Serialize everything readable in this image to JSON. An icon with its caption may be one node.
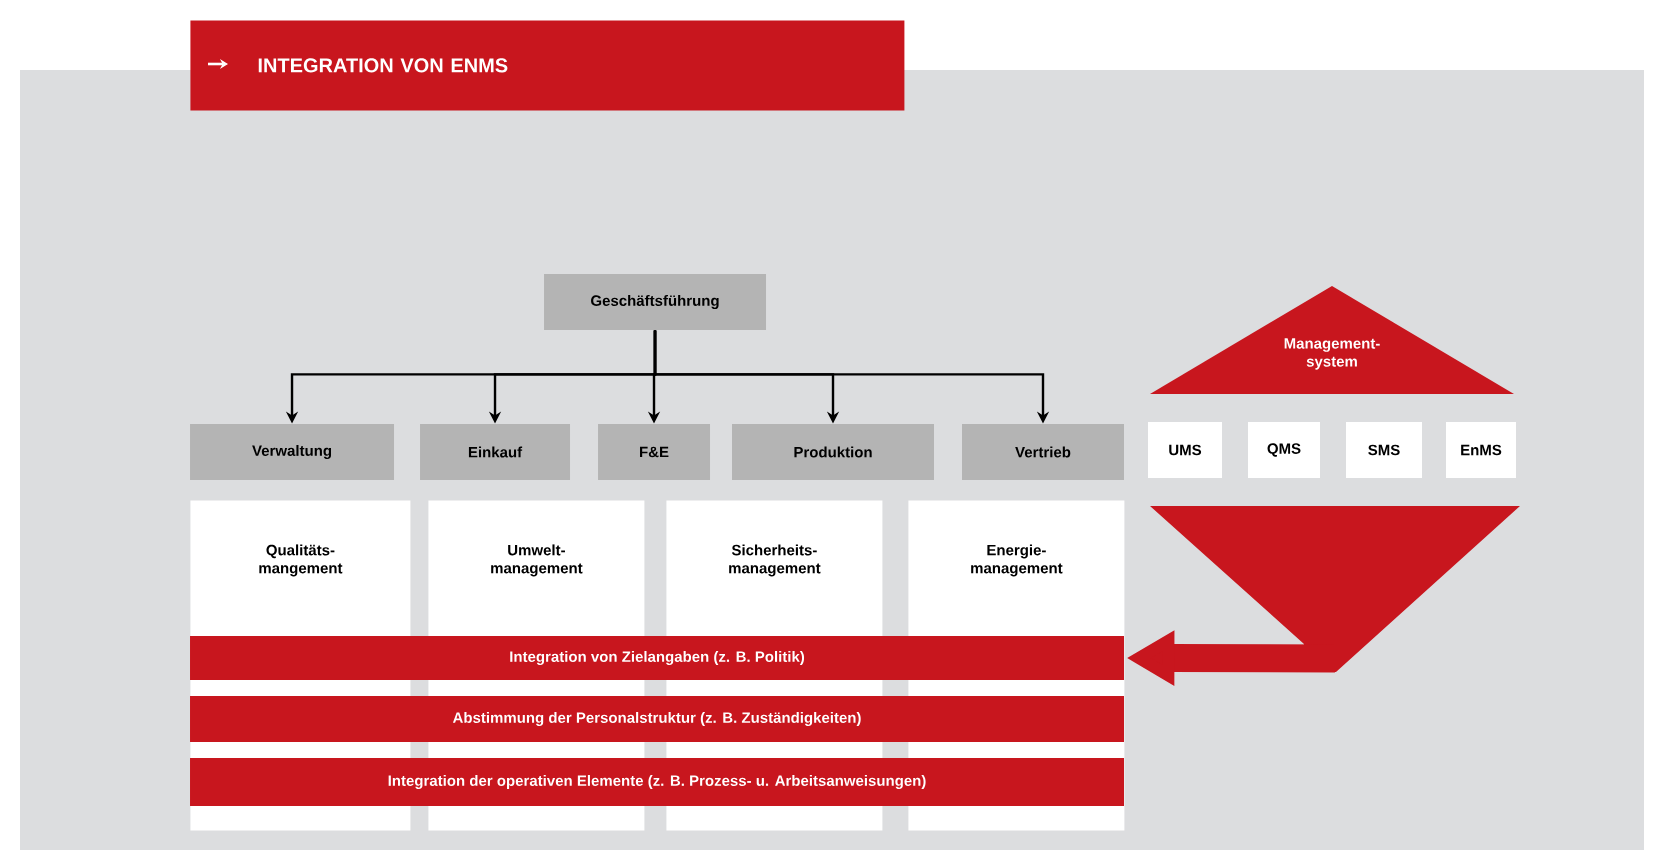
{
  "diagram": {
    "title": "INTEGRATION VON ENMS",
    "nodes": [
      {
        "text": [
          "Geschäftsführung"
        ]
      },
      {
        "text": [
          "Verwaltung"
        ]
      },
      {
        "text": [
          "Einkauf"
        ]
      },
      {
        "text": [
          "F&E"
        ]
      },
      {
        "text": [
          "Produktion"
        ]
      },
      {
        "text": [
          "Vertrieb"
        ]
      },
      {
        "text": [
          "Management- system"
        ]
      },
      {
        "text": [
          "UMS"
        ]
      },
      {
        "text": [
          "QMS"
        ]
      },
      {
        "text": [
          "SMS"
        ]
      },
      {
        "text": [
          "EnMS"
        ]
      },
      {
        "text": [],
        "shape": "triangle"
      },
      {
        "text": [
          "Qualitäts- mangement"
        ]
      },
      {
        "text": [
          "Umwelt- management"
        ]
      },
      {
        "text": [
          "Sicherheits- management"
        ]
      },
      {
        "text": [
          "Energie- management"
        ]
      },
      {
        "text": [
          "Integration von Zielangaben (z. B. Politik)"
        ]
      },
      {
        "text": [
          "Abstimmung der Personalstruktur (z. B. Zuständigkeiten)"
        ]
      },
      {
        "text": [
          "Integration der operativen Elemente (z. B. Prozess- u. Arbeitsanweisungen)"
        ]
      }
    ],
    "edges": [
      {
        "from": 0,
        "to": 1,
        "arrow": "to"
      },
      {
        "from": 0,
        "to": 2,
        "arrow": "to"
      },
      {
        "from": 0,
        "to": 3,
        "arrow": "to"
      },
      {
        "from": 0,
        "to": 4,
        "arrow": "to"
      },
      {
        "from": 0,
        "to": 5,
        "arrow": "to"
      },
      {
        "from": 11,
        "to": 16,
        "arrow": "to",
        "style": "thick",
        "color": "#c8161e"
      }
    ]
  }
}
